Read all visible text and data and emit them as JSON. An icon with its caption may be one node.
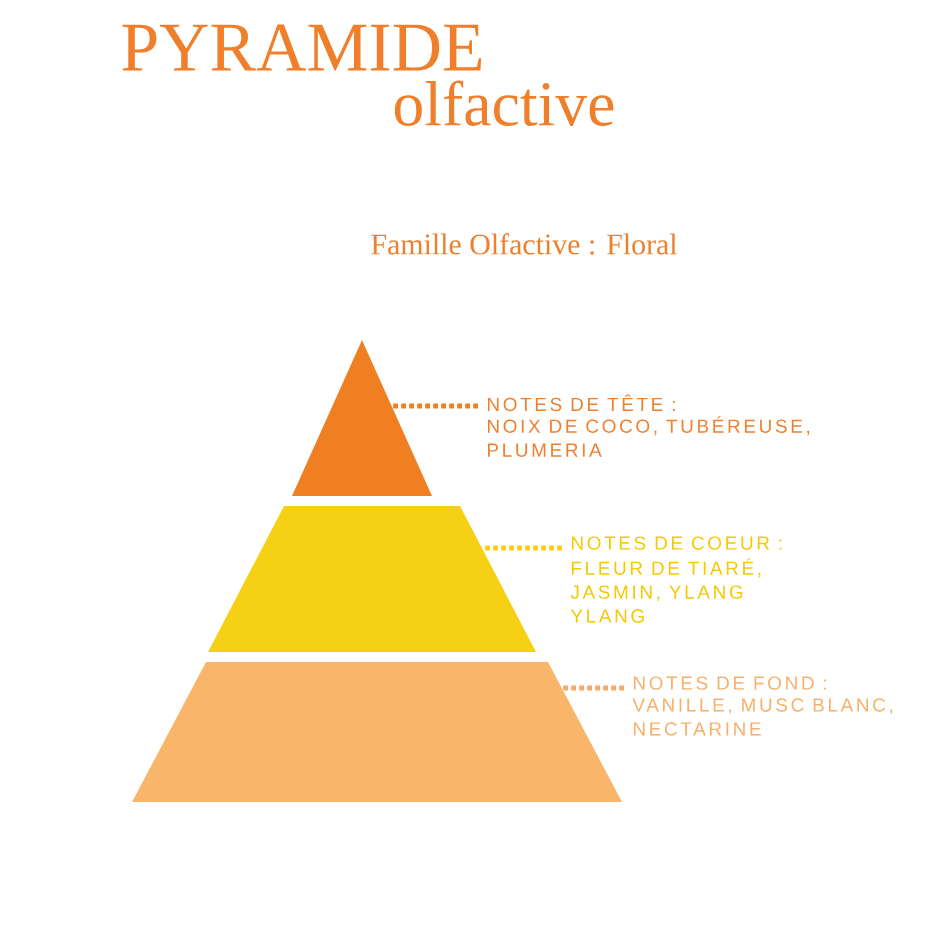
{
  "diagram": {
    "title": "PYRAMIDE",
    "nodes": [
      {
        "text": [],
        "shape": "triangle"
      },
      {
        "text": [],
        "shape": "trapezoid"
      },
      {
        "text": [],
        "shape": "trapezoid"
      },
      {
        "text": [
          "NOTES DE TÊTE :",
          "NOIX DE COCO, TUBÉREUSE, PLUMERIA"
        ]
      },
      {
        "text": [
          "NOTES DE COEUR :",
          "FLEUR DE TIARÉ, JASMIN, YLANG YLANG"
        ]
      },
      {
        "text": [
          "NOTES DE FOND :",
          "VANILLE, MUSC BLANC, NECTARINE"
        ]
      }
    ],
    "edges": [
      {
        "from": 3,
        "to": 0,
        "arrow": "none",
        "style": "dashed",
        "color": "#f07f22"
      },
      {
        "from": 4,
        "to": 1,
        "arrow": "none",
        "style": "dashed",
        "color": "#f5d015"
      },
      {
        "from": 5,
        "to": 2,
        "arrow": "none",
        "style": "dashed",
        "color": "#f5a868"
      }
    ],
    "labels": [
      "olfactive",
      "Famille Olfactive : Floral"
    ]
  }
}
